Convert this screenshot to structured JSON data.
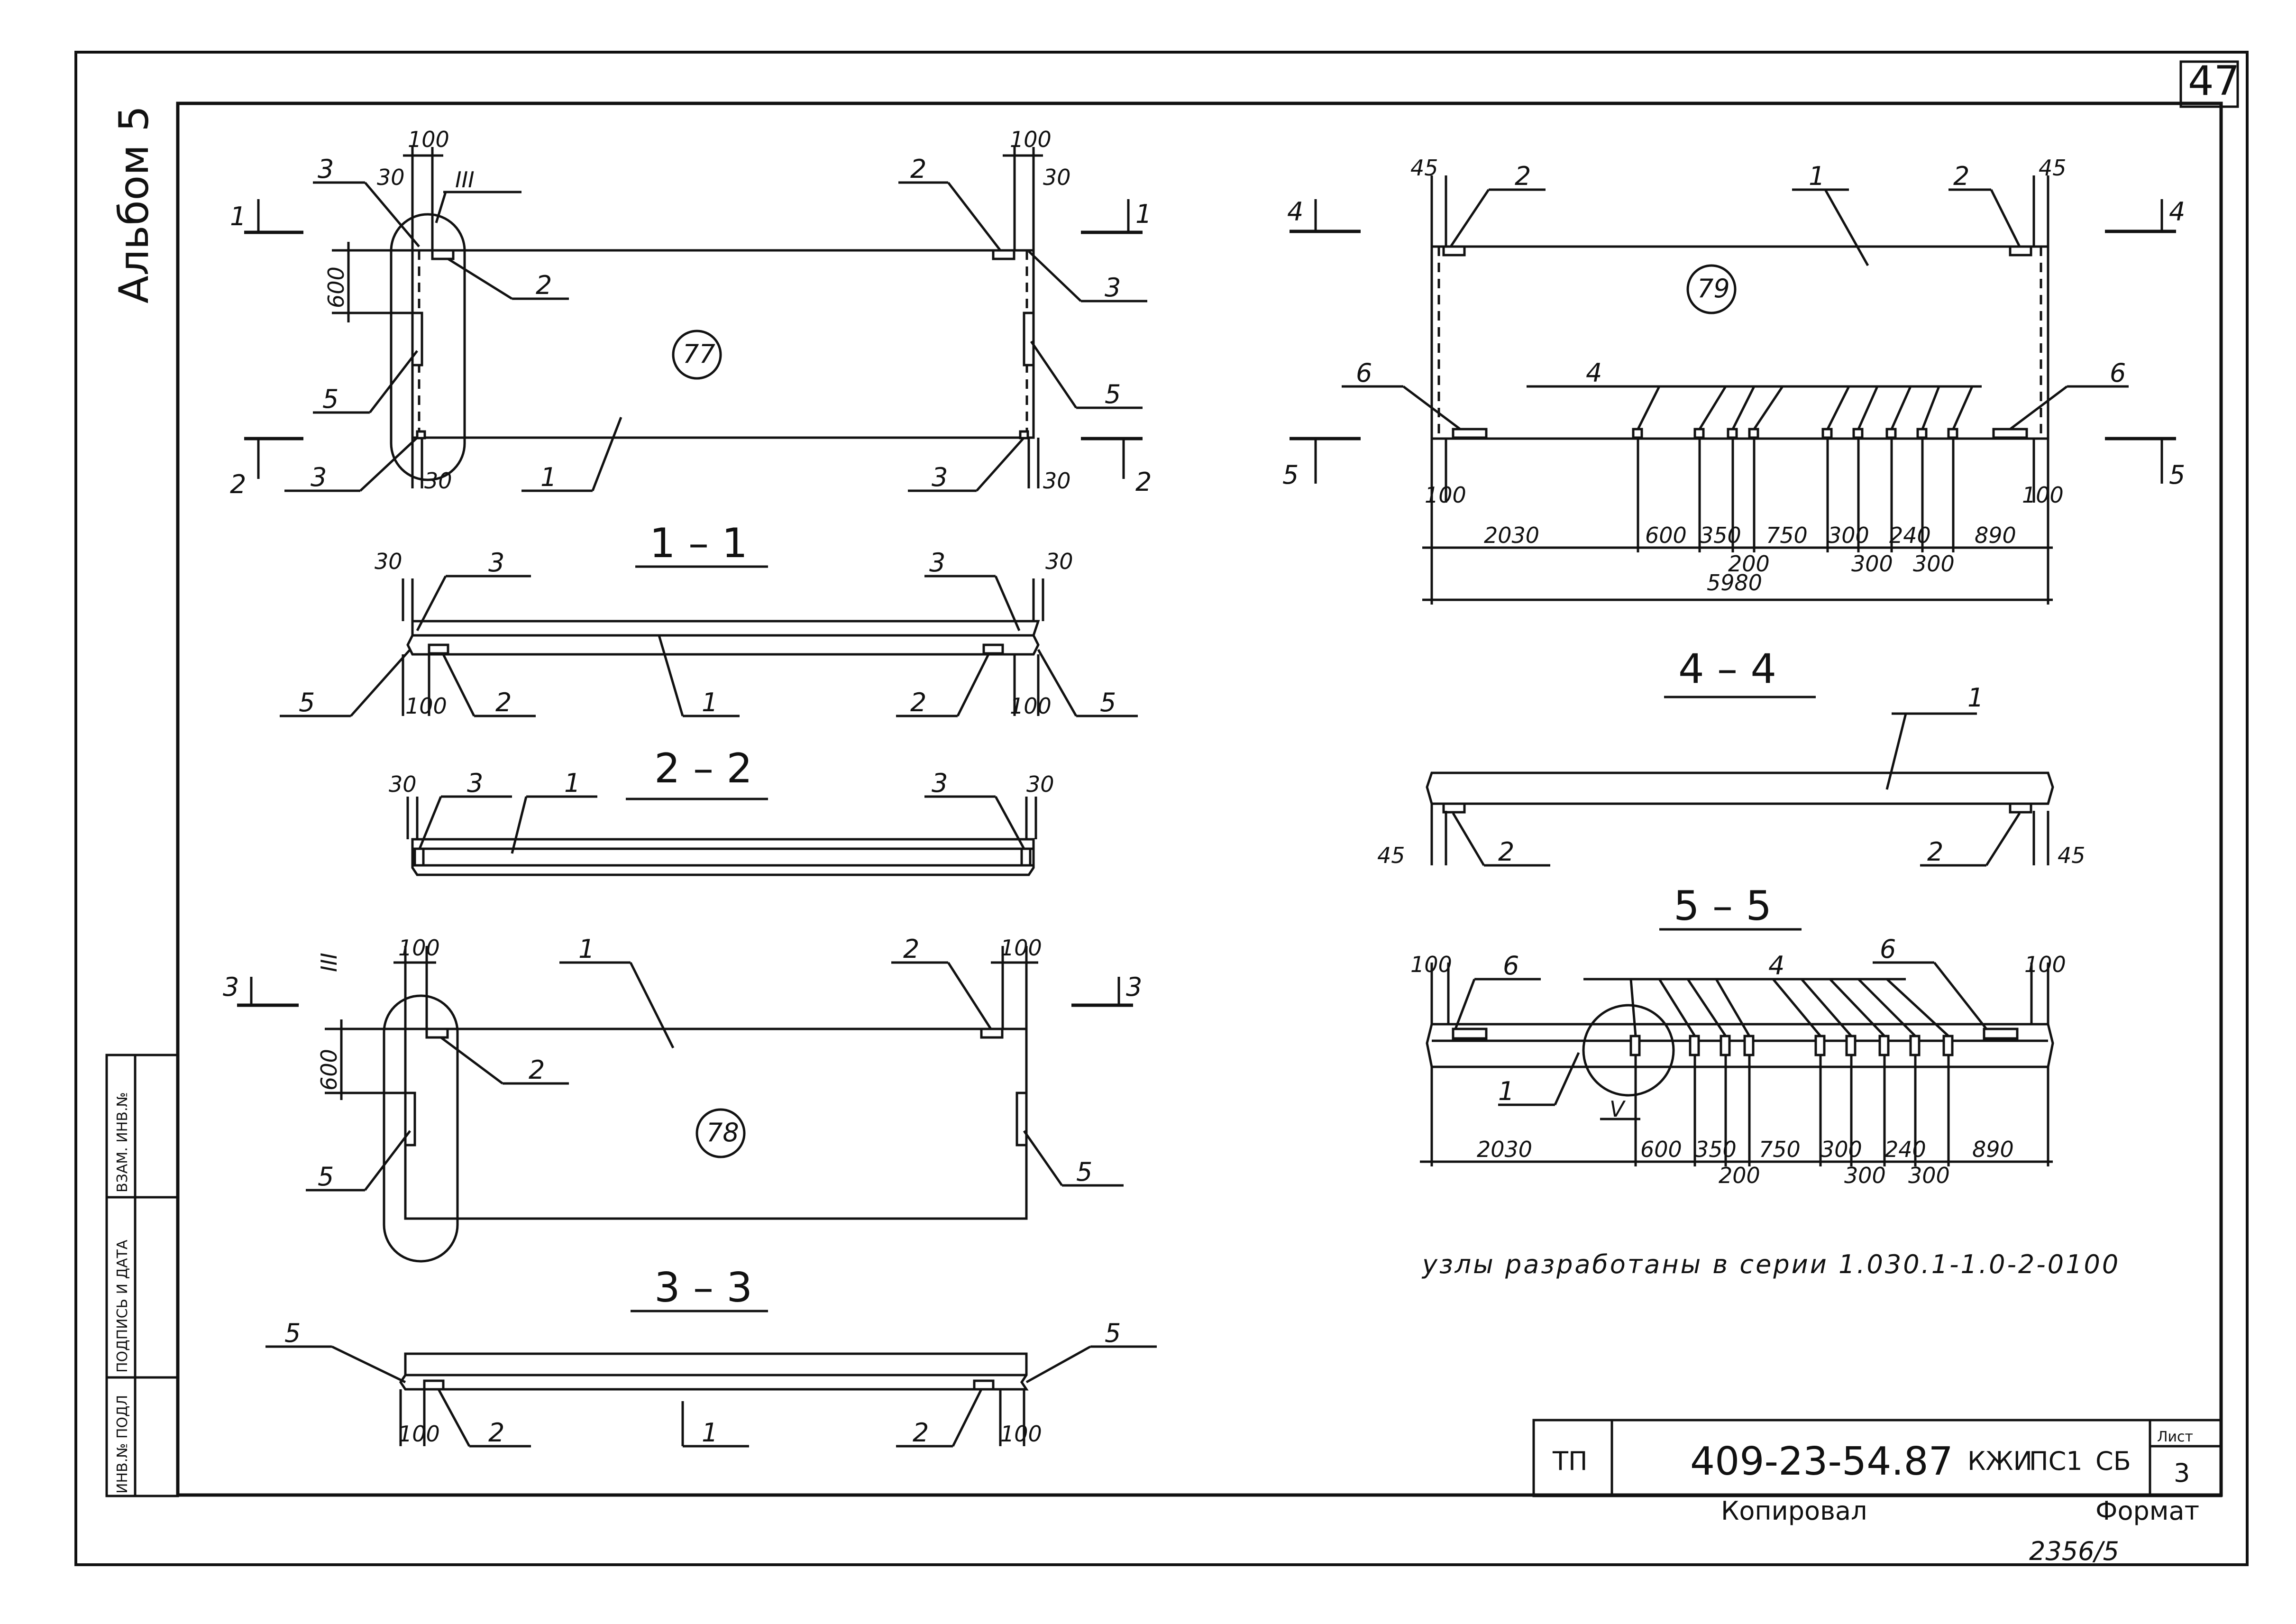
{
  "sheet": {
    "corner_number": "47",
    "album": "Альбом 5",
    "side_stamp": [
      "ИНВ.№ ПОДЛ",
      "ПОДПИСЬ И ДАТА",
      "ВЗАМ. ИНВ.№"
    ],
    "note": "узлы разработаны в серии 1.030.1-1.0-2-0100",
    "title_block": {
      "prefix": "ТП",
      "code": "409-23-54.87",
      "mark1": "КЖИ",
      "mark2": "ПС1",
      "mark3": "СБ",
      "list_label": "Лист",
      "list_number": "3",
      "copied_label": "Копировал",
      "format_label": "Формат"
    },
    "handwritten_number": "2356/5"
  },
  "panels": {
    "p77": {
      "mark": "77",
      "node": "III",
      "dims": {
        "d100": "100",
        "d30": "30",
        "d600": "600"
      },
      "labels": {
        "pos1": "1",
        "pos2": "2",
        "pos3": "3",
        "pos5": "5"
      },
      "cuts": {
        "c1": "1",
        "c2": "2"
      }
    },
    "p78": {
      "mark": "78",
      "node": "III",
      "dims": {
        "d100": "100",
        "d600": "600"
      },
      "labels": {
        "pos1": "1",
        "pos2": "2",
        "pos5": "5"
      },
      "cuts": {
        "c3": "3"
      }
    },
    "p79": {
      "mark": "79",
      "dims": {
        "d45": "45",
        "d100": "100",
        "d2030": "2030",
        "d600": "600",
        "d350": "350",
        "d200": "200",
        "d750": "750",
        "d300": "300",
        "d240": "240",
        "d890": "890",
        "d5980": "5980"
      },
      "labels": {
        "pos1": "1",
        "pos2": "2",
        "pos4": "4",
        "pos6": "6"
      },
      "cuts": {
        "c4": "4",
        "c5": "5"
      }
    }
  },
  "sections": {
    "s11": {
      "title": "1 – 1",
      "d30": "30",
      "d100": "100",
      "l1": "1",
      "l2": "2",
      "l3": "3",
      "l5": "5"
    },
    "s22": {
      "title": "2 – 2",
      "d30": "30",
      "l1": "1",
      "l3": "3"
    },
    "s33": {
      "title": "3 – 3",
      "d100": "100",
      "l1": "1",
      "l2": "2",
      "l5": "5"
    },
    "s44": {
      "title": "4 – 4",
      "d45": "45",
      "l1": "1",
      "l2": "2"
    },
    "s55": {
      "title": "5 – 5",
      "node": "V",
      "d100": "100",
      "d2030": "2030",
      "d600": "600",
      "d350": "350",
      "d200": "200",
      "d750": "750",
      "d300": "300",
      "d240": "240",
      "d890": "890",
      "l1": "1",
      "l4": "4",
      "l6": "6"
    }
  }
}
